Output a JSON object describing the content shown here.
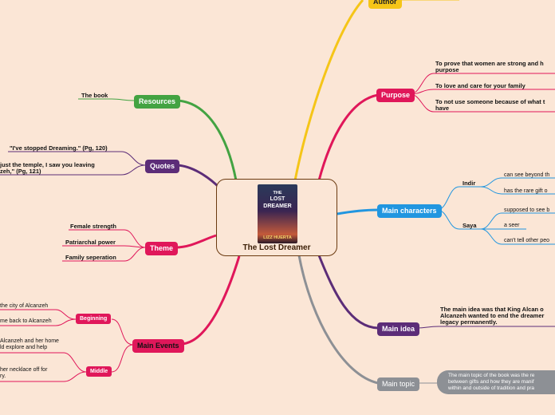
{
  "center": {
    "title": "The Lost Dreamer",
    "cover": {
      "title_line1": "THE",
      "title_line2": "LOST",
      "title_line3": "DREAMER",
      "author": "LIZZ HUERTA"
    }
  },
  "author": {
    "label": "Author"
  },
  "purpose": {
    "label": "Purpose",
    "items": [
      "To prove that women are strong and h",
      "purpose",
      "To love and care for your family",
      "To not use someone because of what t",
      "have"
    ]
  },
  "main_characters": {
    "label": "Main characters",
    "indir": {
      "name": "Indir",
      "items": [
        "can see beyond th",
        "has the rare gift o"
      ]
    },
    "saya": {
      "name": "Saya",
      "items": [
        "supposed to see b",
        "a seer",
        "can't tell other peo"
      ]
    }
  },
  "main_idea": {
    "label": "Main idea",
    "lines": [
      "The main idea was that King Alcan o",
      "Alcanzeh wanted to end the dreamer",
      "legacy permanently."
    ]
  },
  "main_topic": {
    "label": "Main topic",
    "lines": [
      "The main topic of the book was the re",
      "between gifts and how they are manif",
      "within and outside of tradition and pra"
    ]
  },
  "resources": {
    "label": "Resources",
    "items": [
      "The book"
    ]
  },
  "quotes": {
    "label": "Quotes",
    "items": [
      "\"I've stopped Dreaming.\" (Pg, 120)",
      "just the temple, I saw you leaving",
      "zeh,\" (Pg, 121)"
    ]
  },
  "theme": {
    "label": "Theme",
    "items": [
      "Female strength",
      "Patriarchal power",
      "Family seperation"
    ]
  },
  "main_events": {
    "label": "Main Events",
    "beginning": {
      "label": "Beginning",
      "items": [
        "the city of Alcanzeh",
        "me back to Alcanzeh"
      ]
    },
    "middle": {
      "label": "Middle",
      "items": [
        "Alcanzeh and her home",
        "ld explore and help",
        "her necklace off for",
        "ry."
      ]
    }
  },
  "colors": {
    "purpose": "#e0175a",
    "characters": "#2196e0",
    "idea": "#5c2d78",
    "topic": "#8d9095",
    "resources": "#43a342",
    "quotes": "#5c2d78",
    "theme": "#e0175a",
    "events": "#e0175a",
    "author": "#f5c518"
  }
}
